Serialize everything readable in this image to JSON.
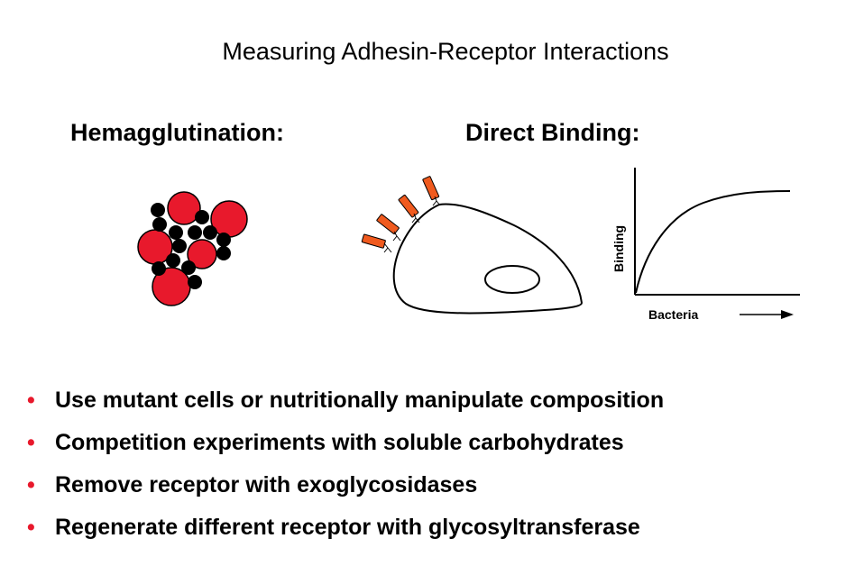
{
  "slide": {
    "subtitle": "Measuring Adhesin-Receptor  Interactions",
    "left_heading": "Hemagglutination:",
    "right_heading": "Direct Binding:"
  },
  "graph": {
    "ylabel": "Binding",
    "xlabel": "Bacteria"
  },
  "bullets": [
    "Use mutant cells or nutritionally manipulate composition",
    "Competition experiments with soluble carbohydrates",
    "Remove receptor with exoglycosidases",
    "Regenerate different receptor with glycosyltransferase"
  ],
  "colors": {
    "red_cell": "#e8192c",
    "bacterium": "#000000",
    "adhesin": "#f05a1e",
    "bullet": "#e8192c"
  }
}
